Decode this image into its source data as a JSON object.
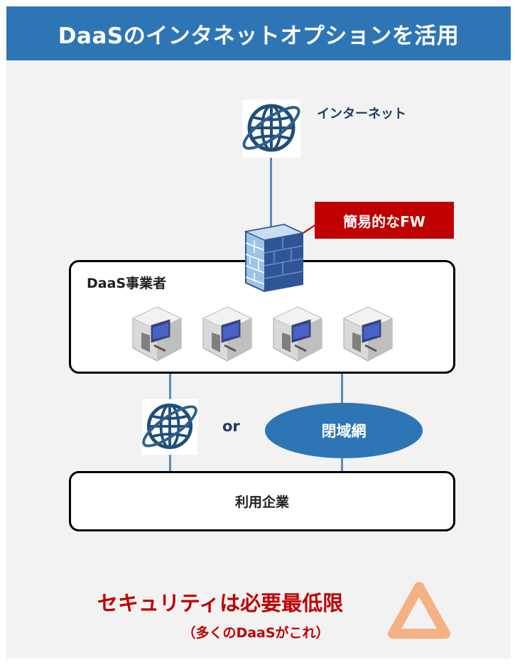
{
  "header": {
    "title": "DaaSのインタネットオプションを活用"
  },
  "internet": {
    "label": "インターネット",
    "icon": "globe-icon"
  },
  "firewall": {
    "badge": "簡易的なFW",
    "icon": "firewall-icon"
  },
  "daas_provider": {
    "label": "DaaS事業者",
    "desktops": [
      "virtual-desktop-icon",
      "virtual-desktop-icon",
      "virtual-desktop-icon",
      "virtual-desktop-icon"
    ]
  },
  "connection": {
    "or_label": "or",
    "closed_network": "閉域網"
  },
  "user_company": {
    "label": "利用企業"
  },
  "assessment": {
    "main": "セキュリティは必要最低限",
    "sub": "（多くのDaaSがこれ）",
    "symbol": "triangle-icon"
  },
  "colors": {
    "header": "#2e75b6",
    "accent_red": "#c00000",
    "line": "#5b8ab5",
    "triangle": "#f4b183"
  }
}
